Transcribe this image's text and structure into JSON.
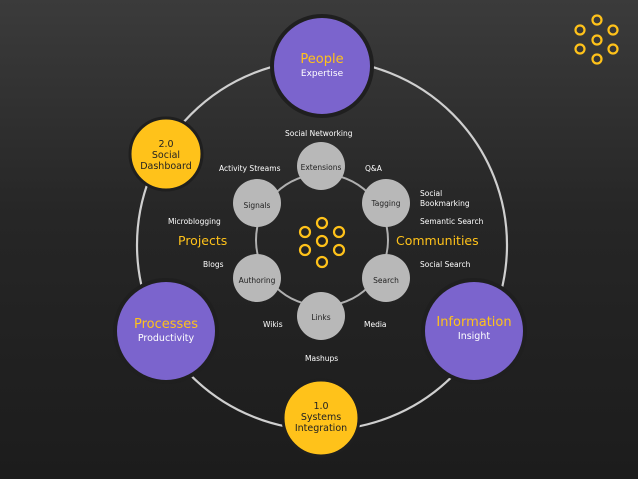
{
  "colors": {
    "yellow": "#ffc21a",
    "purple": "#7b64cd",
    "gray_node": "#b8b8b8",
    "ring": "#cfcfcf",
    "background": "#262626"
  },
  "corner_logo_icon": "eight-dot-ring",
  "center_icon": "eight-dot-ring",
  "outer_circles": {
    "people": {
      "title": "People",
      "subtitle": "Expertise"
    },
    "processes": {
      "title": "Processes",
      "subtitle": "Productivity"
    },
    "information": {
      "title": "Information",
      "subtitle": "Insight"
    },
    "dashboard": {
      "line1": "2.0",
      "line2": "Social",
      "line3": "Dashboard"
    },
    "systems": {
      "line1": "1.0",
      "line2": "Systems",
      "line3": "Integration"
    }
  },
  "hub_nodes": {
    "extensions": "Extensions",
    "tagging": "Tagging",
    "search": "Search",
    "links": "Links",
    "authoring": "Authoring",
    "signals": "Signals"
  },
  "headings": {
    "projects": "Projects",
    "communities": "Communities"
  },
  "labels": {
    "social_networking": "Social Networking",
    "activity_streams": "Activity Streams",
    "qa": "Q&A",
    "social_bookmarking_1": "Social",
    "social_bookmarking_2": "Bookmarking",
    "semantic_search": "Semantic Search",
    "microblogging": "Microblogging",
    "blogs": "Blogs",
    "social_search": "Social Search",
    "wikis": "Wikis",
    "media": "Media",
    "mashups": "Mashups"
  }
}
